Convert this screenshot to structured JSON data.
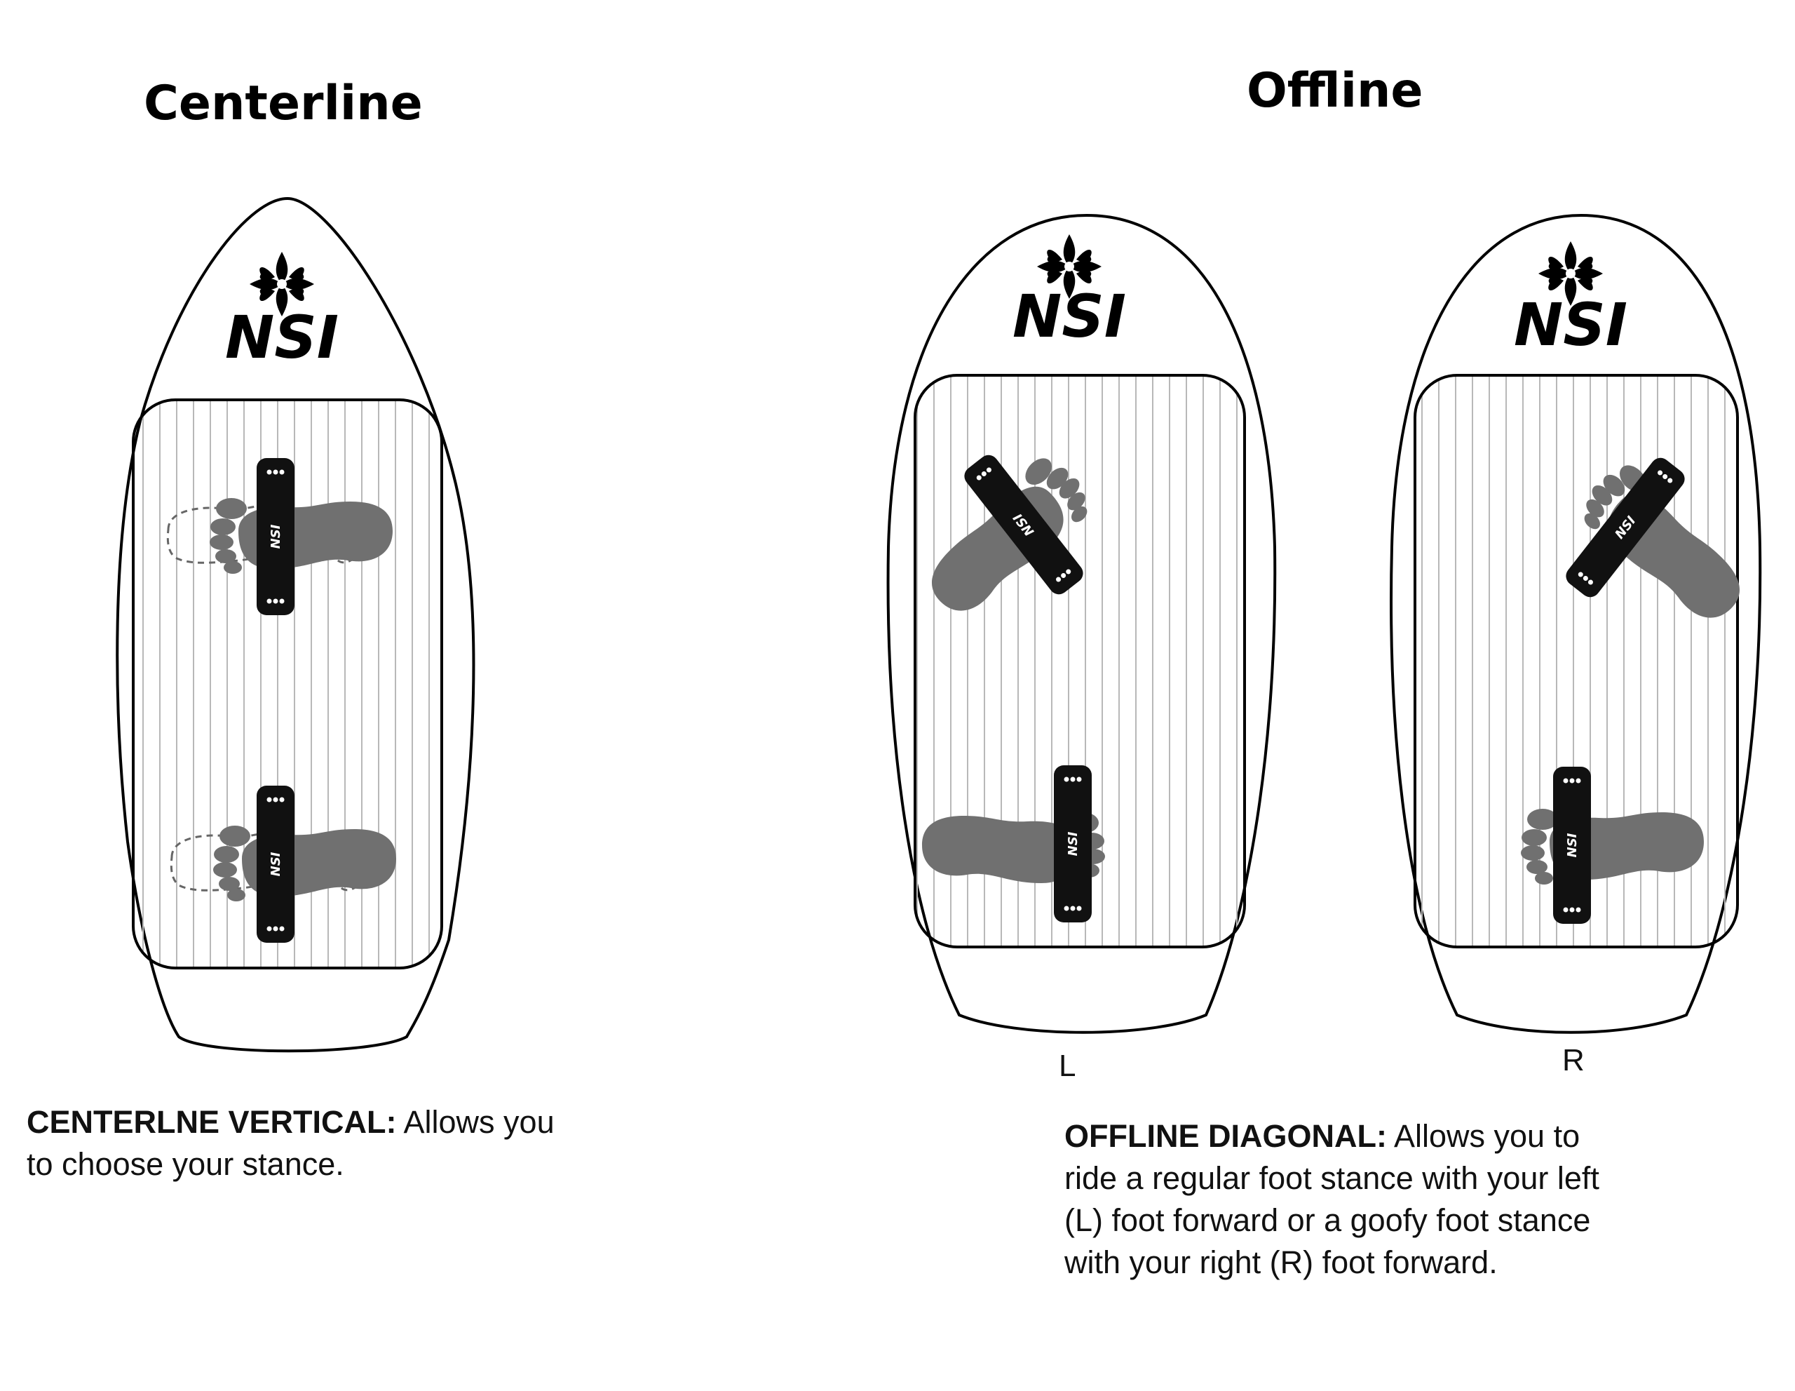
{
  "sections": {
    "centerline": {
      "heading": "Centerline",
      "caption_lead": "CENTERLNE VERTICAL:",
      "caption_body": " Allows you to choose your stance."
    },
    "offline": {
      "heading": "Offline",
      "left_label": "L",
      "right_label": "R",
      "caption_lead": "OFFLINE DIAGONAL:",
      "caption_body": " Allows you to ride a regular foot stance with your left (L) foot forward or a goofy foot stance with your right (R) foot forward."
    }
  },
  "brand": {
    "logo_text": "NSI",
    "pad_text": "NSI"
  },
  "colors": {
    "outline": "#000000",
    "foot": "#707070",
    "strap": "#111111",
    "groove": "#bdbdbd"
  },
  "icons": [
    "nsi-star-logo",
    "foot-icon",
    "footstrap-icon"
  ]
}
